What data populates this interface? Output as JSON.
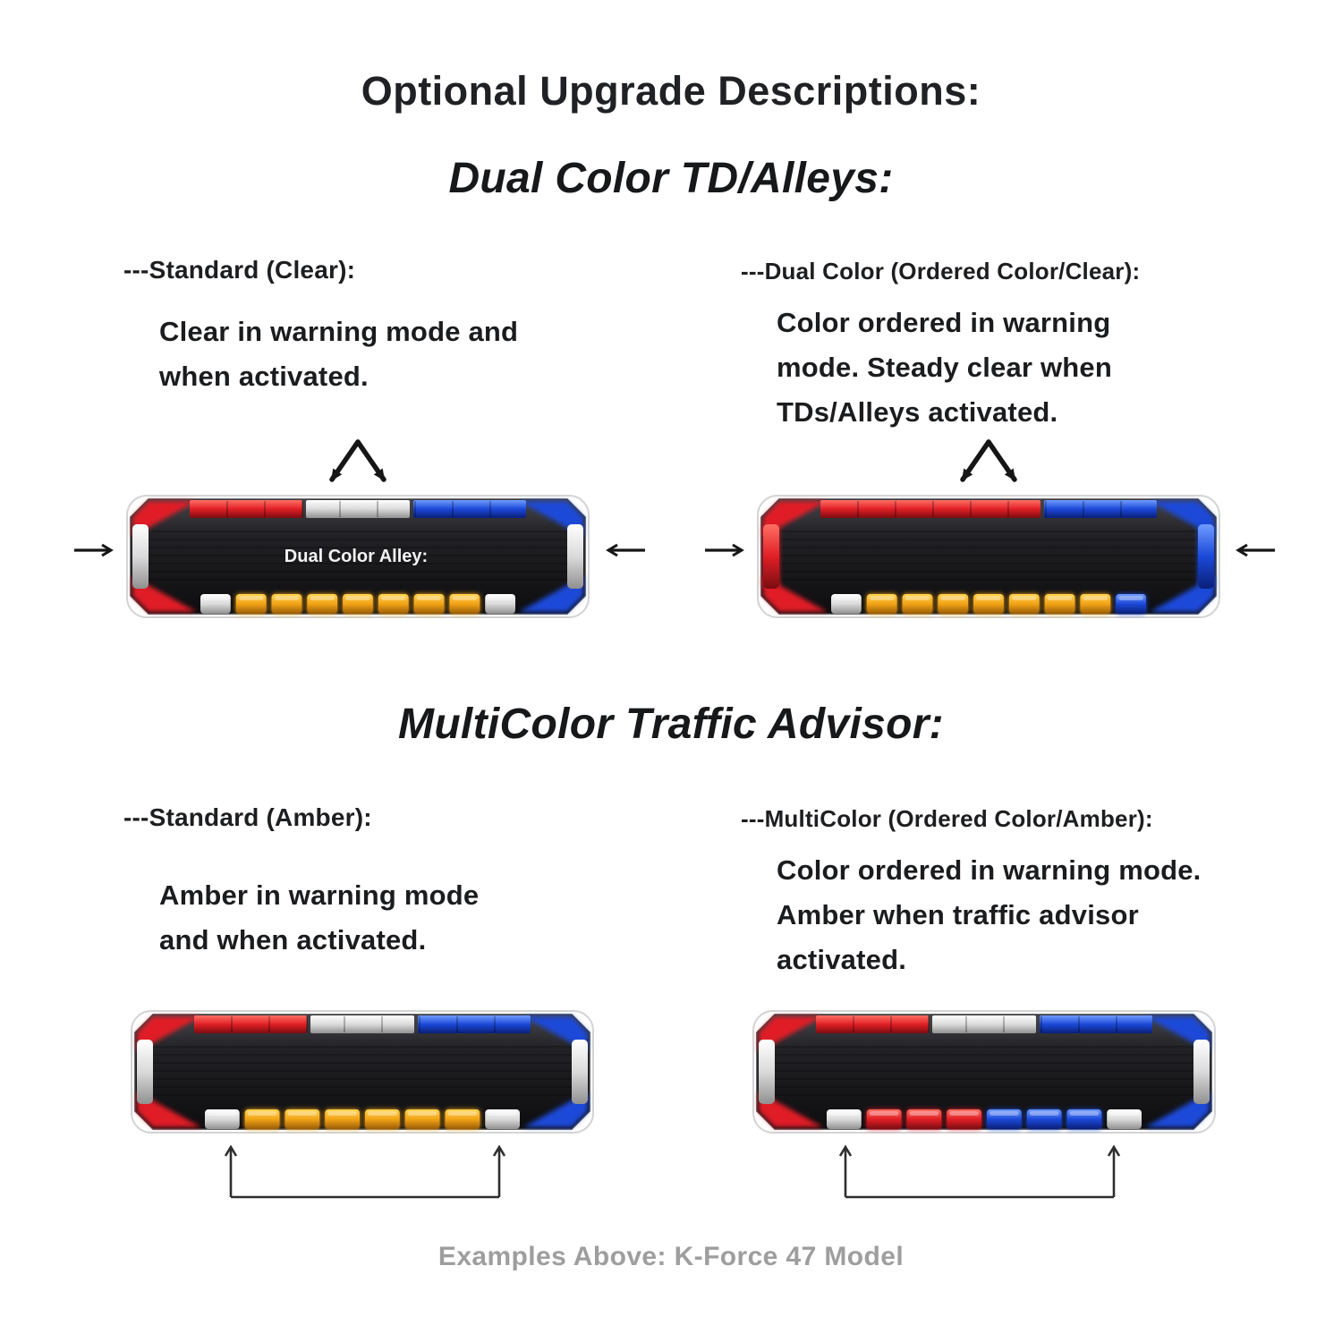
{
  "title": "Optional Upgrade Descriptions:",
  "footer": "Examples Above: K-Force 47 Model",
  "sections": [
    {
      "title": "Dual Color TD/Alleys:",
      "columns": [
        {
          "heading": "---Standard (Clear):",
          "body": "Clear in warning mode and when activated."
        },
        {
          "heading": "---Dual Color (Ordered Color/Clear):",
          "body": "Color ordered in warning mode. Steady clear when TDs/Alleys activated."
        }
      ]
    },
    {
      "title": "MultiColor Traffic Advisor:",
      "columns": [
        {
          "heading": "---Standard (Amber):",
          "body": "Amber in warning mode and when activated."
        },
        {
          "heading": "---MultiColor (Ordered Color/Amber):",
          "body": "Color ordered in warning mode. Amber when traffic advisor activated."
        }
      ]
    }
  ],
  "lightbars": [
    {
      "name": "dual-color-standard-lightbar",
      "label": "Dual Color Alley:",
      "top_zones": [
        "red",
        "clear",
        "blue"
      ],
      "bottom_modules": [
        "clear",
        "amber",
        "amber",
        "amber",
        "amber",
        "amber",
        "amber",
        "amber",
        "clear"
      ],
      "end_caps": [
        "clear",
        "clear"
      ],
      "corners": [
        "red",
        "blue"
      ]
    },
    {
      "name": "dual-color-ordered-lightbar",
      "label": "",
      "top_zones": [
        "red",
        "red",
        "blue"
      ],
      "bottom_modules": [
        "clear",
        "amber",
        "amber",
        "amber",
        "amber",
        "amber",
        "amber",
        "amber",
        "blue"
      ],
      "end_caps": [
        "red",
        "blue"
      ],
      "corners": [
        "red",
        "blue"
      ]
    },
    {
      "name": "multicolor-standard-lightbar",
      "label": "",
      "top_zones": [
        "red",
        "clear",
        "blue"
      ],
      "bottom_modules": [
        "clear",
        "amber",
        "amber",
        "amber",
        "amber",
        "amber",
        "amber",
        "clear"
      ],
      "end_caps": [
        "clear",
        "clear"
      ],
      "corners": [
        "red",
        "blue"
      ]
    },
    {
      "name": "multicolor-ordered-lightbar",
      "label": "",
      "top_zones": [
        "red",
        "clear",
        "blue"
      ],
      "bottom_modules": [
        "clear",
        "red",
        "red",
        "red",
        "blue",
        "blue",
        "blue",
        "clear"
      ],
      "end_caps": [
        "clear",
        "clear"
      ],
      "corners": [
        "red",
        "blue"
      ]
    }
  ],
  "palette": {
    "red": {
      "hi": "#ff6f63",
      "base": "#e01f26",
      "lo": "#7a0c10"
    },
    "blue": {
      "hi": "#6f9bff",
      "base": "#1b49d8",
      "lo": "#0a1f78"
    },
    "amber": {
      "hi": "#ffd44f",
      "base": "#f2a317",
      "lo": "#9a5c06"
    },
    "clear": {
      "hi": "#ffffff",
      "base": "#dadada",
      "lo": "#909090"
    },
    "body_top": "#46464b",
    "body_mid": "#222226",
    "body_bottom": "#0d0d0f",
    "text": "#1d1e20",
    "muted": "#9e9e9e",
    "arrow": "#161616"
  }
}
